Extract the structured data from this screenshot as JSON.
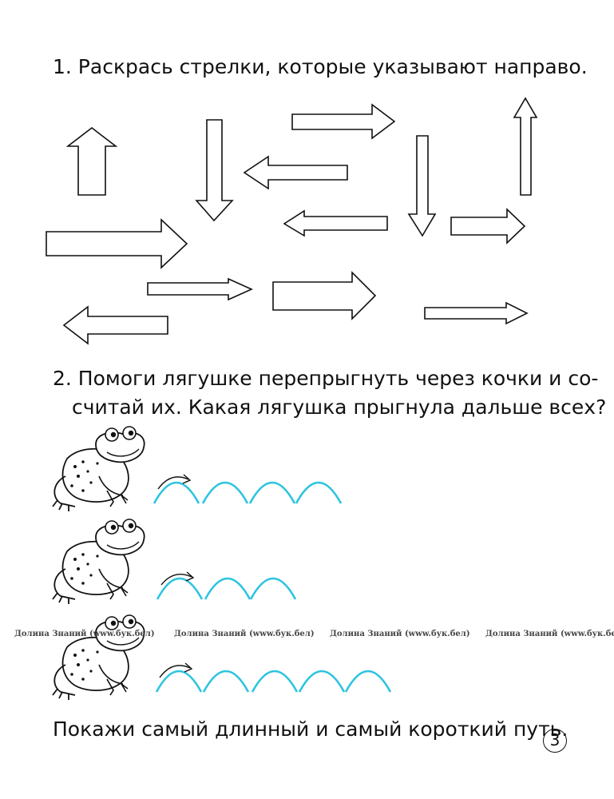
{
  "task1": {
    "text": "1. Раскрась стрелки, которые указывают направо."
  },
  "task2": {
    "line1": "2. Помоги лягушке перепрыгнуть через кочки и со-",
    "line2": "считай их. Какая лягушка прыгнула дальше всех?"
  },
  "task3": {
    "text": "Покажи самый длинный и самый короткий путь."
  },
  "watermarks": [
    "Долина Знаний (www.бук.бел)",
    "Долина Знаний (www.бук.бел)",
    "Долина Знаний (www.бук.бел)",
    "Долина Знаний (www.бук.бел)"
  ],
  "page_number": "3",
  "arrows": [
    {
      "direction": "up"
    },
    {
      "direction": "down"
    },
    {
      "direction": "right"
    },
    {
      "direction": "left"
    },
    {
      "direction": "down"
    },
    {
      "direction": "up"
    },
    {
      "direction": "left"
    },
    {
      "direction": "right"
    },
    {
      "direction": "right"
    },
    {
      "direction": "right"
    },
    {
      "direction": "right"
    },
    {
      "direction": "left"
    },
    {
      "direction": "right"
    }
  ],
  "frog_rows": [
    {
      "hops": 4
    },
    {
      "hops": 3
    },
    {
      "hops": 5
    }
  ],
  "colors": {
    "hop_arc": "#2cc4e0",
    "outline": "#111111"
  },
  "icons": [
    "frog-icon",
    "jump-arrow-icon",
    "arrow-icon"
  ]
}
